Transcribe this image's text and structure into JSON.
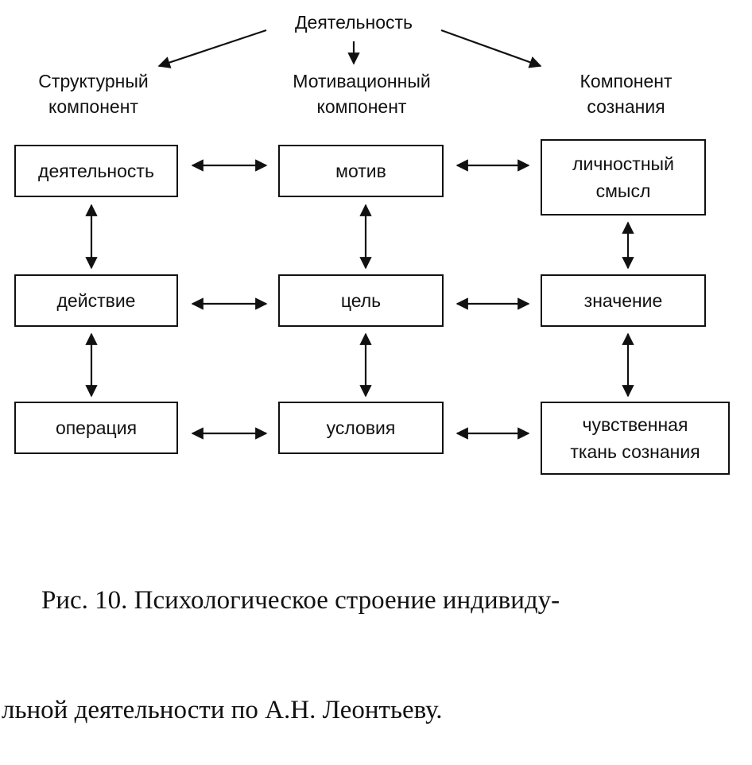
{
  "root": {
    "label": "Деятельность"
  },
  "columns": [
    {
      "header": "Структурный\nкомпонент"
    },
    {
      "header": "Мотивационный\nкомпонент"
    },
    {
      "header": "Компонент\nсознания"
    }
  ],
  "boxes": {
    "structural": [
      "деятельность",
      "действие",
      "операция"
    ],
    "motivational": [
      "мотив",
      "цель",
      "условия"
    ],
    "consciousness": [
      "личностный\nсмысл",
      "значение",
      "чувственная\nткань сознания"
    ]
  },
  "caption": {
    "line1": "Рис. 10. Психологическое строение индивиду-",
    "line2": "льной деятельности по А.Н. Леонтьеву."
  }
}
